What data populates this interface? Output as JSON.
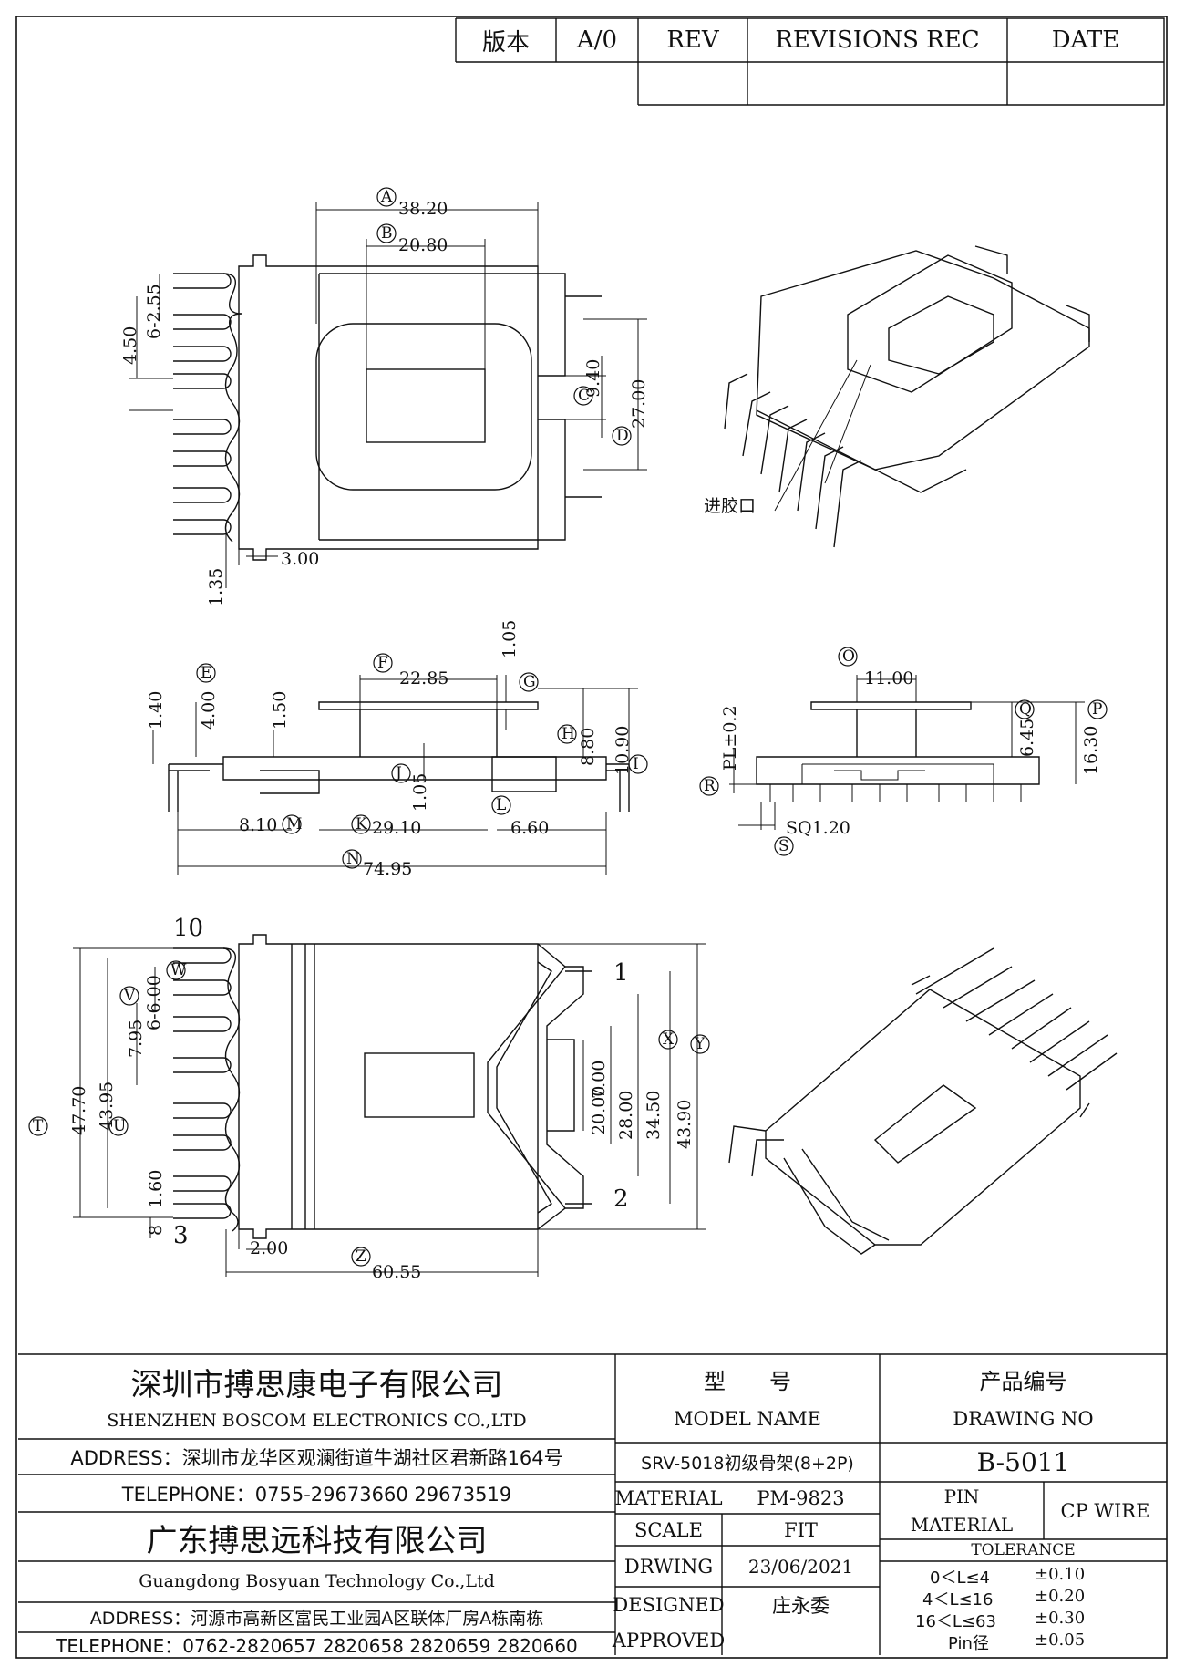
{
  "revision_table": {
    "version_label": "版本",
    "version_value": "A/0",
    "rev_label": "REV",
    "revisions_label": "REVISIONS REC",
    "date_label": "DATE"
  },
  "views": {
    "top": {
      "dims": {
        "A": "38.20",
        "B": "20.80",
        "C": "9.40",
        "D": "27.00",
        "pin_pitch": "6-2.55",
        "pin_gap": "4.50",
        "pin_w": "1.35",
        "pin_off": "3.00"
      },
      "callouts": {
        "A": "A",
        "B": "B",
        "C": "C",
        "D": "D"
      }
    },
    "iso_top": {
      "gate_label": "进胶口"
    },
    "front": {
      "dims": {
        "F": "22.85",
        "G_top": "1.05",
        "h1": "1.40",
        "E": "4.00",
        "h2": "1.50",
        "H": "8.80",
        "I": "10.90",
        "J": "1.05",
        "M": "8.10",
        "K": "29.10",
        "L": "6.60",
        "N": "74.95"
      },
      "callouts": {
        "E": "E",
        "F": "F",
        "G": "G",
        "H": "H",
        "I": "I",
        "J": "J",
        "K": "K",
        "L": "L",
        "M": "M",
        "N": "N"
      }
    },
    "side": {
      "dims": {
        "O": "11.00",
        "PL": "PL±0.2",
        "Q": "6.45",
        "P": "16.30",
        "S": "SQ1.20"
      },
      "callouts": {
        "O": "O",
        "P": "P",
        "Q": "Q",
        "R": "R",
        "S": "S"
      }
    },
    "bottom": {
      "dims": {
        "T": "47.70",
        "U": "43.95",
        "V": "7.95",
        "W": "6-6.00",
        "n1": "1.60",
        "g1": "8",
        "w2": "2.00",
        "Z": "60.55",
        "r1": "7.00",
        "r2": "20.00",
        "r3": "28.00",
        "X": "34.50",
        "Y": "43.90"
      },
      "pin_numbers": {
        "p10": "10",
        "p3": "3",
        "p1": "1",
        "p2": "2"
      },
      "callouts": {
        "T": "T",
        "U": "U",
        "V": "V",
        "W": "W",
        "X": "X",
        "Y": "Y",
        "Z": "Z"
      }
    }
  },
  "title_block": {
    "company1_cn": "深圳市搏思康电子有限公司",
    "company1_en": "SHENZHEN BOSCOM ELECTRONICS CO.,LTD",
    "address1": "ADDRESS：深圳市龙华区观澜街道牛湖社区君新路164号",
    "telephone1": "TELEPHONE：0755-29673660 29673519",
    "company2_cn": "广东搏思远科技有限公司",
    "company2_en": "Guangdong Bosyuan Technology Co.,Ltd",
    "address2": "ADDRESS：河源市高新区富民工业园A区联体厂房A栋南栋",
    "telephone2": "TELEPHONE：0762-2820657 2820658 2820659 2820660",
    "model_cn": "型　　号",
    "model_en": "MODEL NAME",
    "drawing_cn": "产品编号",
    "drawing_en": "DRAWING NO",
    "model_value": "SRV-5018初级骨架(8+2P)",
    "drawing_value": "B-5011",
    "material_label": "MATERIAL",
    "material_value": "PM-9823",
    "pin_material_label_1": "PIN",
    "pin_material_label_2": "MATERIAL",
    "pin_material_value": "CP WIRE",
    "scale_label": "SCALE",
    "scale_value": "FIT",
    "tolerance_label": "TOLERANCE",
    "drawing_label": "DRWING",
    "drawing_date": "23/06/2021",
    "designed_label": "DESIGNED",
    "designed_value": "庄永委",
    "approved_label": "APPROVED",
    "tolerances": [
      {
        "range": "0＜L≤4",
        "value": "±0.10"
      },
      {
        "range": "4＜L≤16",
        "value": "±0.20"
      },
      {
        "range": "16＜L≤63",
        "value": "±0.30"
      },
      {
        "range": "Pin径",
        "value": "±0.05"
      }
    ]
  }
}
